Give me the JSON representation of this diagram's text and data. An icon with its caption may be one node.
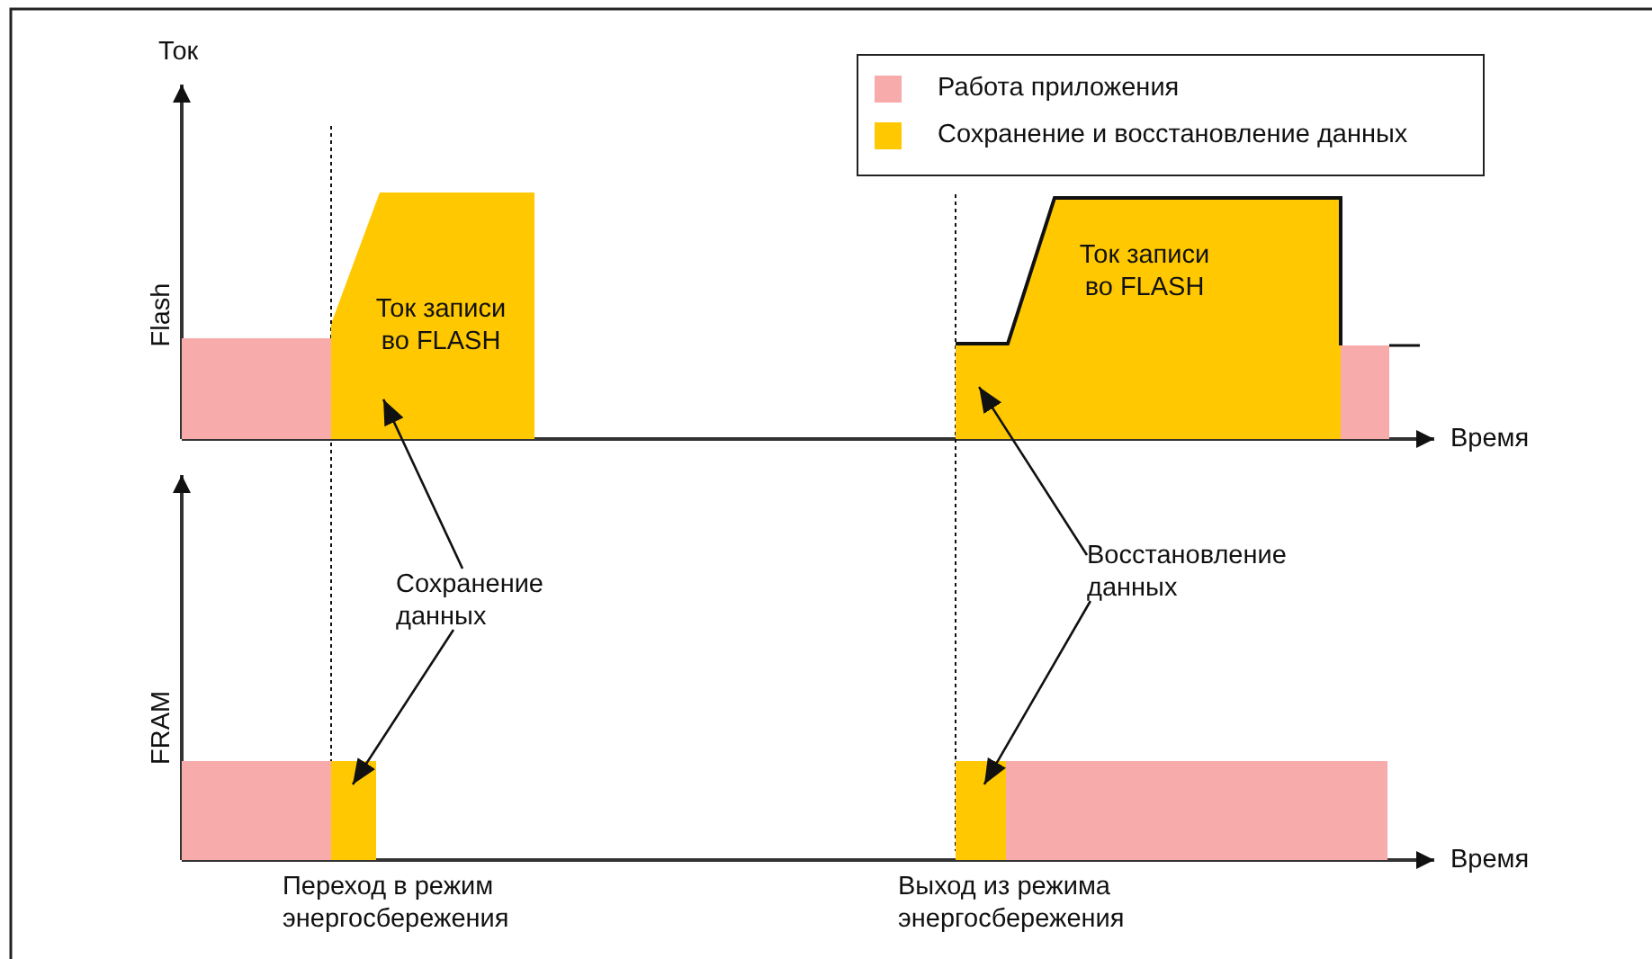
{
  "diagram": {
    "nodes": [
      {
        "text": [
          "Ток записи во FLASH"
        ]
      },
      {
        "text": [
          "Ток записи во FLASH"
        ]
      },
      {
        "text": [
          "Сохранение данных"
        ]
      },
      {
        "text": [
          "Восстановление данных"
        ]
      },
      {
        "text": [],
        "shape": "bar"
      },
      {
        "text": [],
        "shape": "bar"
      },
      {
        "text": [],
        "shape": "bar"
      },
      {
        "text": [],
        "shape": "bar"
      },
      {
        "text": [],
        "shape": "bar"
      },
      {
        "text": [],
        "shape": "bar"
      }
    ],
    "edges": [
      {
        "from": 2,
        "to": 0,
        "arrow": "to"
      },
      {
        "from": 2,
        "to": 4,
        "arrow": "to"
      },
      {
        "from": 3,
        "to": 1,
        "arrow": "to"
      },
      {
        "from": 3,
        "to": 5,
        "arrow": "to"
      }
    ],
    "labels": [
      "Ток",
      "Flash",
      "Время",
      "FRAM",
      "Время",
      "Переход в режим энергосбережения",
      "Выход из режима энергосбережения"
    ],
    "legend": [
      {
        "text": "Работа приложения",
        "color": "#f7abab"
      },
      {
        "text": "Сохранение и восстановление данных",
        "color": "#ffc800"
      }
    ]
  }
}
